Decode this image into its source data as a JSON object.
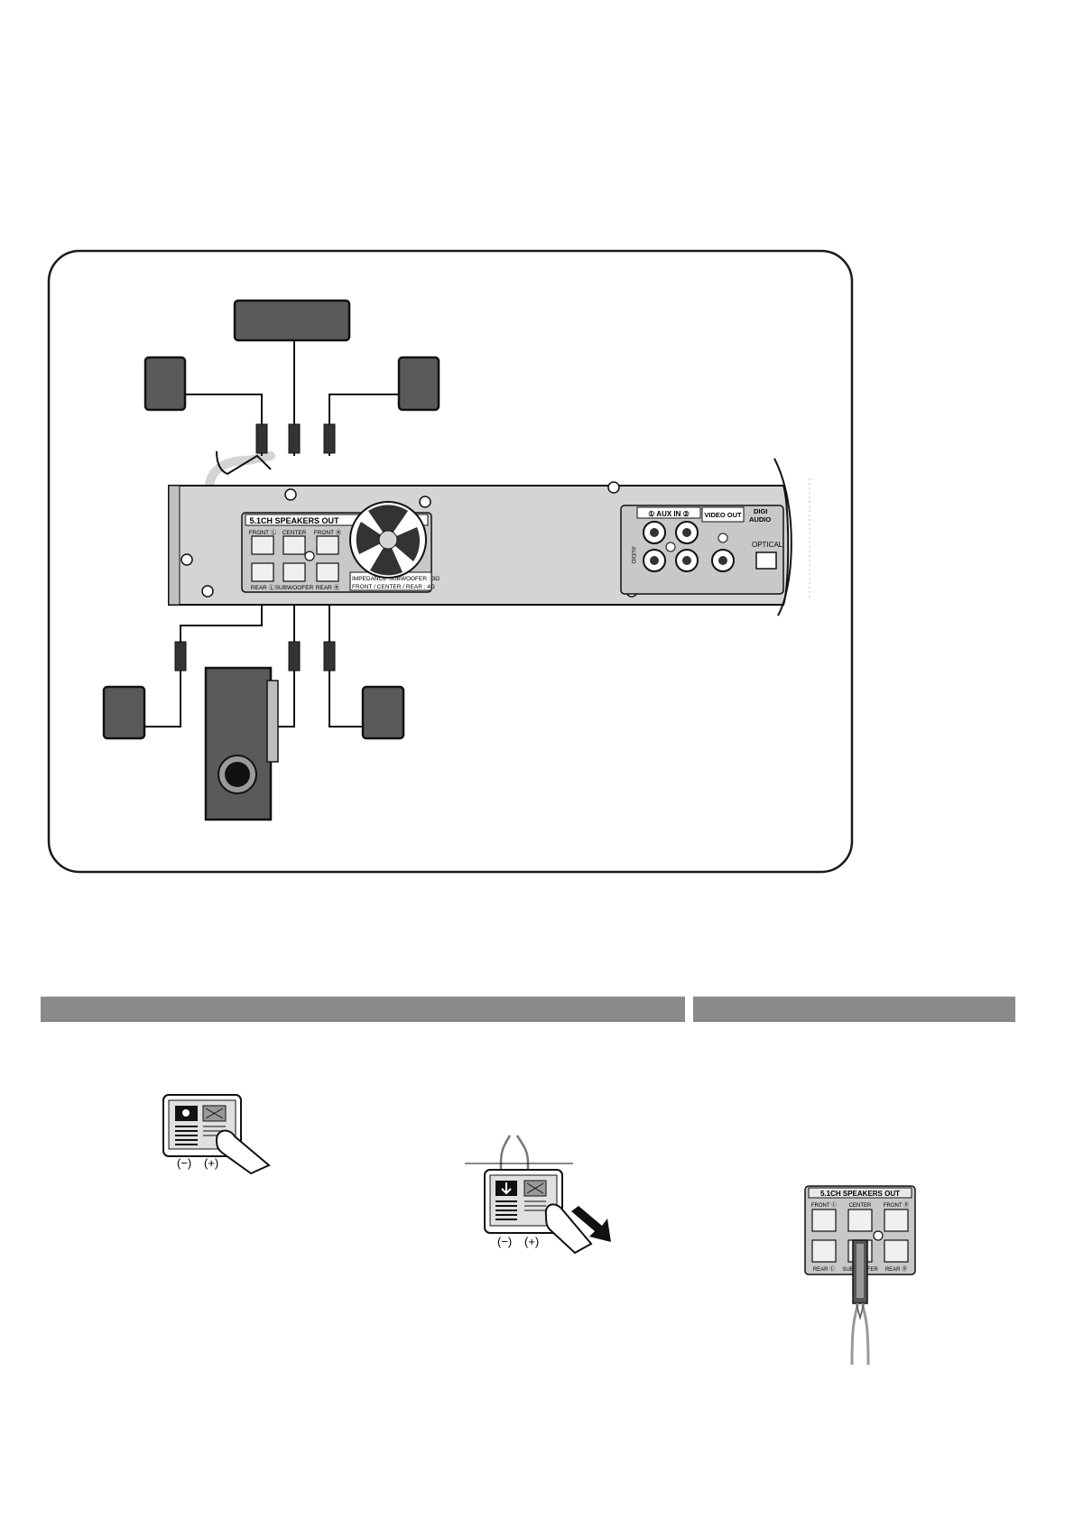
{
  "receiver_panel": {
    "speakers_header": "5.1CH SPEAKERS OUT",
    "front_left": "FRONT Ⓛ",
    "center": "CENTER",
    "front_right": "FRONT Ⓡ",
    "rear_left": "REAR Ⓛ",
    "subwoofer": "SUBWOOFER",
    "rear_right": "REAR Ⓡ",
    "impedance_line1": "IMPEDANCE SUBWOOFER : 3Ω",
    "impedance_line2": "FRONT / CENTER / REAR : 4Ω",
    "aux_in": "① AUX IN ②",
    "audio": "AUDIO",
    "video_out": "VIDEO OUT",
    "digital_audio_1": "DIGI",
    "digital_audio_2": "AUDIO",
    "optical": "OPTICAL"
  },
  "terminal_figures": {
    "minus": "(−)",
    "plus": "(+)"
  },
  "panel_detail": {
    "speakers_header": "5.1CH SPEAKERS OUT",
    "front_left": "FRONT Ⓛ",
    "center": "CENTER",
    "front_right": "FRONT Ⓡ",
    "rear_left": "REAR Ⓛ",
    "subwoofer": "SUBWOOFER",
    "rear_right": "REAR Ⓡ"
  }
}
